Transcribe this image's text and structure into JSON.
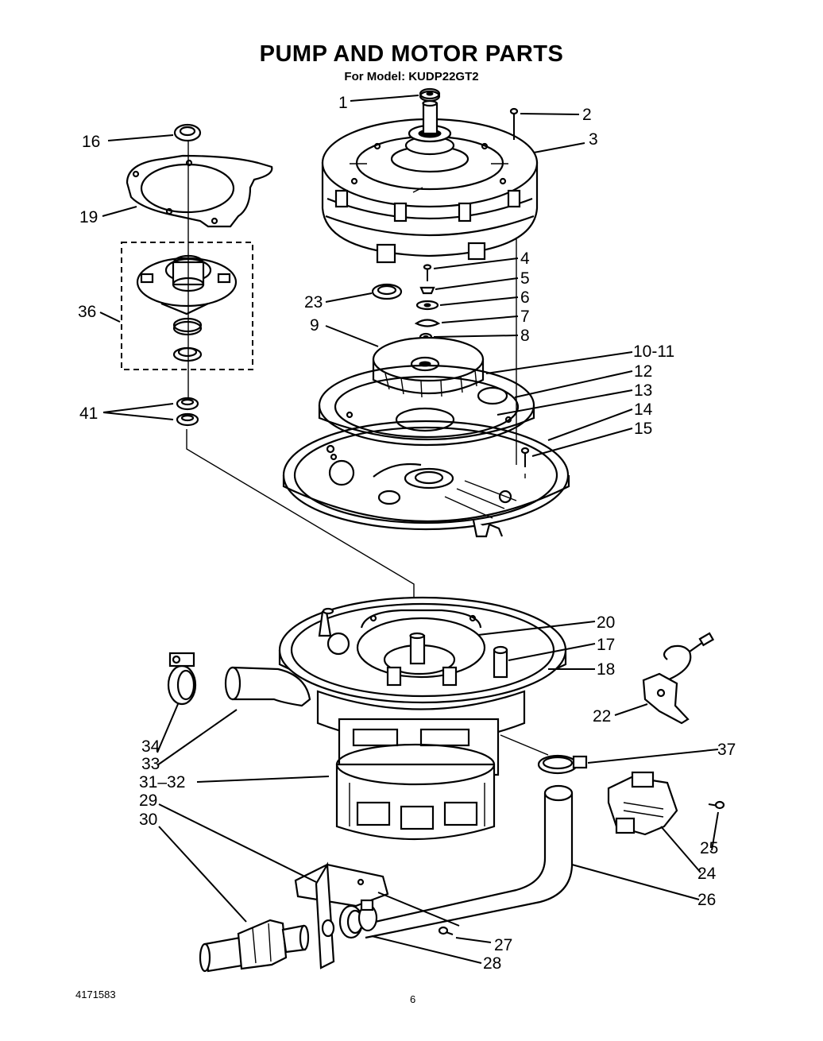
{
  "title": "PUMP AND MOTOR PARTS",
  "subtitle": "For Model: KUDP22GT2",
  "doc_number": "4171583",
  "page_number": "6",
  "callouts": {
    "c1": "1",
    "c2": "2",
    "c3": "3",
    "c4": "4",
    "c5": "5",
    "c6": "6",
    "c7": "7",
    "c8": "8",
    "c9": "9",
    "c10_11": "10-11",
    "c12": "12",
    "c13": "13",
    "c14": "14",
    "c15": "15",
    "c16": "16",
    "c17": "17",
    "c18": "18",
    "c19": "19",
    "c20": "20",
    "c22": "22",
    "c23": "23",
    "c24": "24",
    "c25": "25",
    "c26": "26",
    "c27": "27",
    "c28": "28",
    "c29": "29",
    "c30": "30",
    "c31_32": "31–32",
    "c33": "33",
    "c34": "34",
    "c36": "36",
    "c37": "37",
    "c41": "41"
  }
}
